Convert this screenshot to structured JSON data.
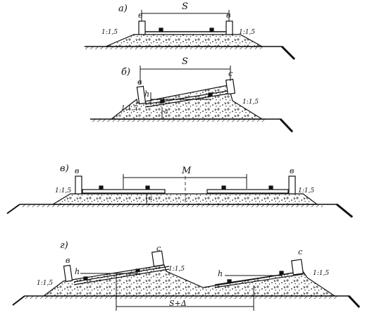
{
  "figures": [
    {
      "id": "a",
      "label": "а)",
      "dimension": "S",
      "shoulders": [
        "в",
        "в"
      ],
      "slopes": [
        "1:1,5",
        "1:1,5"
      ]
    },
    {
      "id": "b",
      "label": "б)",
      "dimension": "S",
      "shoulders": [
        "в",
        "с"
      ],
      "cant": "h",
      "depth": "а",
      "slopes": [
        "1:1,5",
        "1:1,5"
      ]
    },
    {
      "id": "v",
      "label": "в)",
      "dimension": "M",
      "shoulders": [
        "в",
        "в"
      ],
      "depth": "а",
      "slopes": [
        "1:1,5",
        "1:1,5"
      ]
    },
    {
      "id": "g",
      "label": "г)",
      "dimension": "S+Δ",
      "shoulders": [
        "в",
        "с",
        "с"
      ],
      "cants": [
        "h",
        "h"
      ],
      "slopes": [
        "1:1,5",
        "1:1,5",
        "1:1,5"
      ]
    }
  ]
}
